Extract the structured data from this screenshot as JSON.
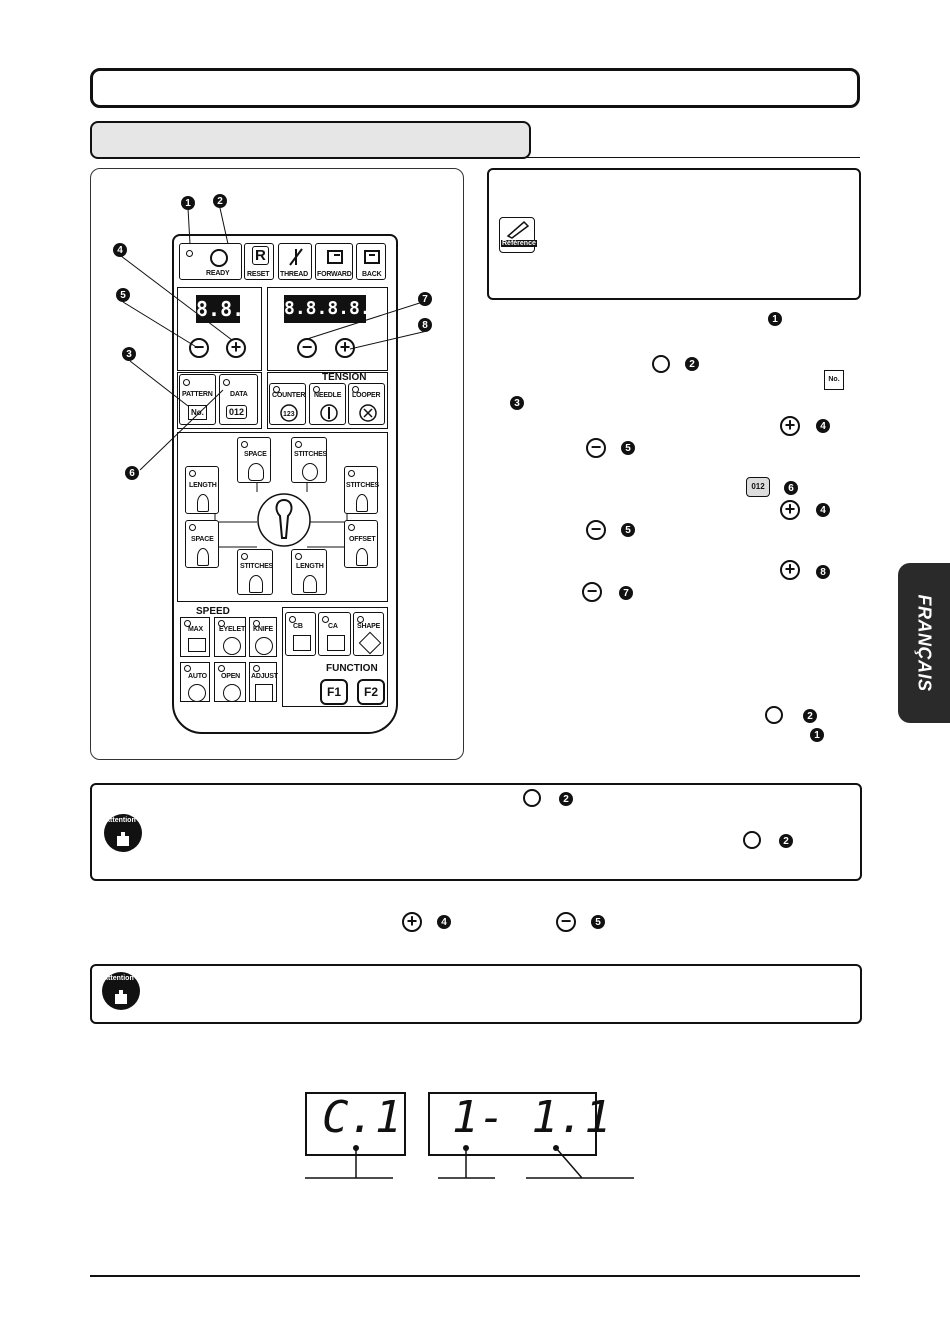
{
  "panel": {
    "buttons_top": [
      {
        "label": "READY"
      },
      {
        "label": "RESET",
        "glyph": "R"
      },
      {
        "label": "THREAD"
      },
      {
        "label": "FORWARD"
      },
      {
        "label": "BACK"
      }
    ],
    "display_small": "8.8.",
    "display_large": "8.8.8.8.",
    "tension_heading": "TENSION",
    "mid_keys": [
      "PATTERN",
      "DATA",
      "COUNTER",
      "NEEDLE",
      "LOOPER"
    ],
    "pattern_glyph": "No.",
    "data_glyph": "012",
    "eyelet_keys": [
      "SPACE",
      "STITCHES",
      "LENGTH",
      "STITCHES",
      "SPACE",
      "OFFSET",
      "STITCHES",
      "LENGTH"
    ],
    "speed_heading": "SPEED",
    "speed_keys": [
      "MAX",
      "EYELET",
      "KNIFE",
      "AUTO",
      "OPEN",
      "ADJUST"
    ],
    "right_keys": [
      "CB",
      "CA",
      "SHAPE"
    ],
    "function_heading": "FUNCTION",
    "function_keys": [
      "F1",
      "F2"
    ]
  },
  "callouts": [
    "1",
    "2",
    "3",
    "4",
    "5",
    "6",
    "7",
    "8"
  ],
  "reference_label": "Référence",
  "attention_label": "Attention",
  "side_tab": "FRANÇAIS",
  "displays_bottom": {
    "left": "C.1",
    "right": "1- 1.1"
  },
  "inline_marks": {
    "ready_glyph": "◯",
    "plus_glyph": "+",
    "minus_glyph": "−",
    "no_glyph": "No.",
    "data_glyph": "012"
  }
}
